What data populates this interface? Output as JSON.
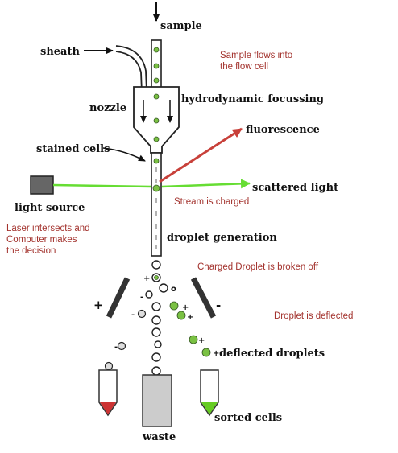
{
  "labels": {
    "sample": "sample",
    "sheath": "sheath",
    "nozzle": "nozzle",
    "hydrodynamic": "hydrodynamic focussing",
    "stained_cells": "stained cells",
    "fluorescence": "fluorescence",
    "scattered_light": "scattered light",
    "light_source": "light source",
    "droplet_generation": "droplet generation",
    "plus_plate": "+",
    "minus_plate": "-",
    "deflected_droplets": "deflected droplets",
    "sorted_cells": "sorted cells",
    "waste": "waste"
  },
  "annotations": {
    "sample_flow_1": "Sample flows into",
    "sample_flow_2": "the flow cell",
    "stream_charged": "Stream is charged",
    "laser_1": "Laser intersects and",
    "laser_2": "Computer makes",
    "laser_3": "the decision",
    "charged_droplet": "Charged Droplet is broken off",
    "deflected": "Droplet is deflected"
  },
  "colors": {
    "annotation": "#a3332e",
    "laser": "#66dd33",
    "fluorescence_arrow": "#c8403a",
    "cell": "#7ac143",
    "light_source": "#666666",
    "sorted_fill": "#66cc22",
    "reject_fill": "#cc3333"
  }
}
